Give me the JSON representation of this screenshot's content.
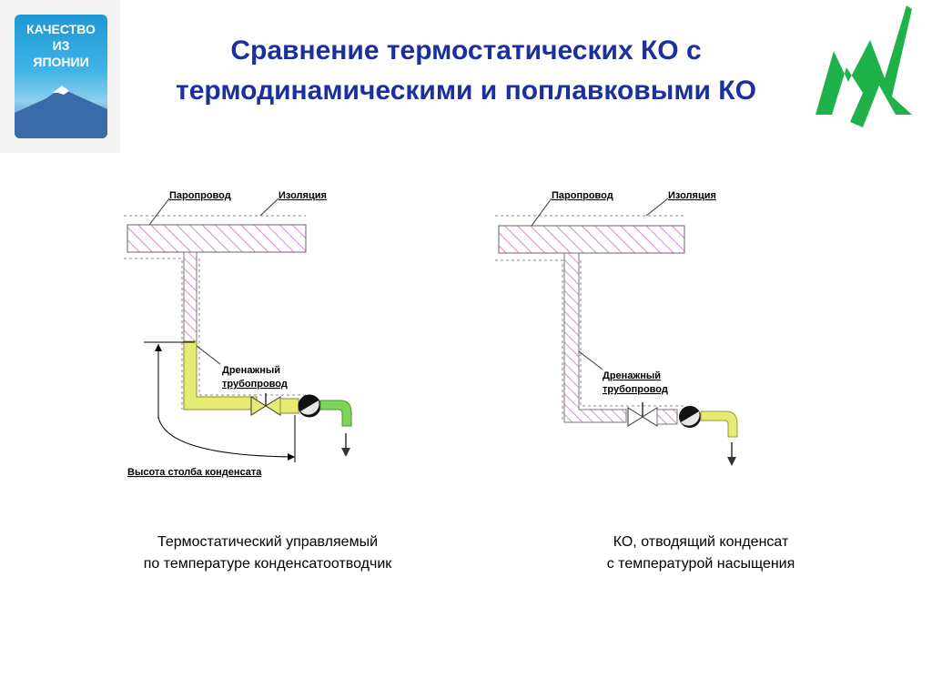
{
  "badge": {
    "line1": "КАЧЕСТВО",
    "line2": "ИЗ",
    "line3": "ЯПОНИИ"
  },
  "title": {
    "line1": "Сравнение термостатических КО с",
    "line2": "термодинамическими и поплавковыми КО"
  },
  "left_diagram": {
    "steam_line_label": "Паропровод",
    "insulation_label": "Изоляция",
    "drain_label_1": "Дренажный",
    "drain_label_2": "трубопровод",
    "height_label": "Высота столба конденсата"
  },
  "right_diagram": {
    "steam_line_label": "Паропровод",
    "insulation_label": "Изоляция",
    "drain_label_1": "Дренажный",
    "drain_label_2": "трубопровод"
  },
  "captions": {
    "left_line1": "Термостатический управляемый",
    "left_line2": "по температуре конденсатоотводчик",
    "right_line1": "КО, отводящий конденсат",
    "right_line2": "с температурой насыщения"
  },
  "colors": {
    "title": "#1c2fa0",
    "hatch": "#d98ad0",
    "condensate": "#e6ec73",
    "outlet_left": "#7fd35a",
    "logo": "#1fb24a"
  }
}
